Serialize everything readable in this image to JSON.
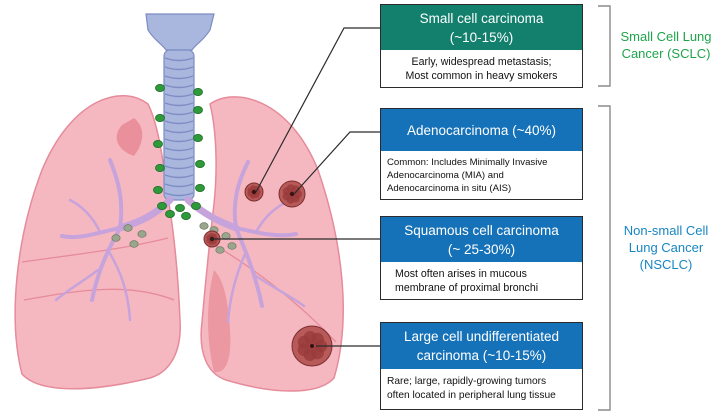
{
  "colors": {
    "sclc_header": "#13806d",
    "nsclc_header": "#1672b8",
    "sclc_text": "#1fa34a",
    "nsclc_text": "#1886c2",
    "lung_fill": "#f6b8c0",
    "lung_stroke": "#e58b9a",
    "trachea": "#a9b6de",
    "bronchi": "#c7a3dc",
    "lymph_node": "#2e9a3a",
    "tumor": "#9a3b3b"
  },
  "boxes": [
    {
      "id": "small-cell",
      "title_lines": [
        "Small cell carcinoma",
        "(~10-15%)"
      ],
      "desc_lines": [
        "Early, widespread metastasis;",
        "Most common in heavy smokers"
      ]
    },
    {
      "id": "adeno",
      "title_lines": [
        "Adenocarcinoma (~40%)"
      ],
      "desc_lines": [
        "Common: Includes Minimally Invasive",
        "Adenocarcinoma (MIA) and",
        "Adenocarcinoma in situ (AIS)"
      ]
    },
    {
      "id": "squamous",
      "title_lines": [
        "Squamous cell carcinoma",
        "(~ 25-30%)"
      ],
      "desc_lines": [
        "Most often arises in mucous",
        "membrane of proximal bronchi"
      ]
    },
    {
      "id": "large-cell",
      "title_lines": [
        "Large cell undifferentiated",
        "carcinoma (~10-15%)"
      ],
      "desc_lines": [
        "Rare; large, rapidly-growing tumors",
        "often located in peripheral lung tissue"
      ]
    }
  ],
  "groups": {
    "sclc": {
      "lines": [
        "Small Cell Lung",
        "Cancer (SCLC)"
      ]
    },
    "nsclc": {
      "lines": [
        "Non-small Cell",
        "Lung Cancer",
        "(NSCLC)"
      ]
    }
  }
}
